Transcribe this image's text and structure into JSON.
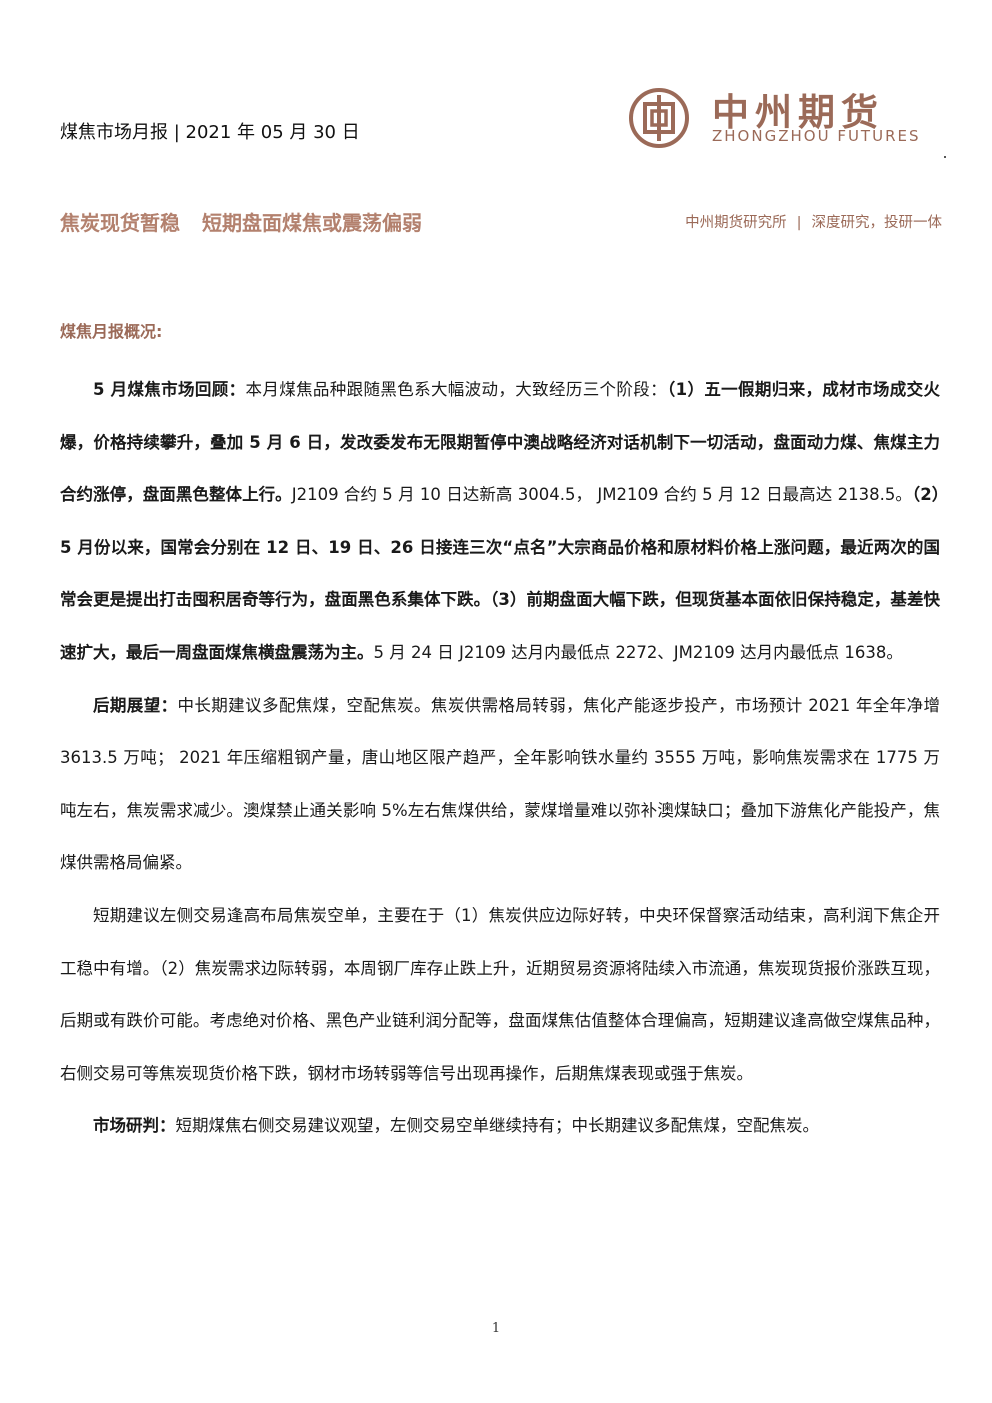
{
  "header": {
    "report_date": "煤焦市场月报 | 2021 年 05 月 30 日",
    "logo_cn": "中州期货",
    "logo_en": "ZHONGZHOU FUTURES",
    "logo_seal_icon": "coin-seal-icon"
  },
  "headline": {
    "part1": "焦炭现货暂稳",
    "part2": "短期盘面煤焦或震荡偏弱"
  },
  "tagline": {
    "institute": "中州期货研究所",
    "separator": "|",
    "slogan": "深度研究，投研一体"
  },
  "section": {
    "title": "煤焦月报概况:"
  },
  "paragraphs": {
    "review": {
      "label": "5 月煤焦市场回顾：",
      "t1": "本月煤焦品种跟随黑色系大幅波动，大致经历三个阶段：",
      "b1": "（1）五一假期归来，成材市场成交火爆，价格持续攀升，叠加 5 月 6 日，发改委发布无限期暂停中澳战略经济对话机制下一切活动，盘面动力煤、焦煤主力合约涨停，盘面黑色整体上行。",
      "t2": "J2109 合约 5 月 10 日达新高 3004.5， JM2109 合约 5 月 12 日最高达 2138.5。",
      "b2": "（2）5 月份以来，国常会分别在 12 日、19 日、26 日接连三次“点名”大宗商品价格和原材料价格上涨问题，最近两次的国常会更是提出打击囤积居奇等行为，盘面黑色系集体下跌。（3）前期盘面大幅下跌，但现货基本面依旧保持稳定，基差快速扩大，最后一周盘面煤焦横盘震荡为主。",
      "t3": "5 月 24 日 J2109 达月内最低点 2272、JM2109 达月内最低点 1638。"
    },
    "outlook": {
      "label": "后期展望：",
      "text": "中长期建议多配焦煤，空配焦炭。焦炭供需格局转弱，焦化产能逐步投产，市场预计 2021 年全年净增 3613.5 万吨； 2021 年压缩粗钢产量，唐山地区限产趋严，全年影响铁水量约 3555 万吨，影响焦炭需求在 1775 万吨左右，焦炭需求减少。澳煤禁止通关影响 5%左右焦煤供给，蒙煤增量难以弥补澳煤缺口；叠加下游焦化产能投产，焦煤供需格局偏紧。"
    },
    "short_term": {
      "text": "短期建议左侧交易逢高布局焦炭空单，主要在于（1）焦炭供应边际好转，中央环保督察活动结束，高利润下焦企开工稳中有增。（2）焦炭需求边际转弱，本周钢厂库存止跌上升，近期贸易资源将陆续入市流通，焦炭现货报价涨跌互现，后期或有跌价可能。考虑绝对价格、黑色产业链利润分配等，盘面煤焦估值整体合理偏高，短期建议逢高做空煤焦品种，右侧交易可等焦炭现货价格下跌，钢材市场转弱等信号出现再操作，后期焦煤表现或强于焦炭。"
    },
    "judgment": {
      "label": "市场研判：",
      "text": "短期煤焦右侧交易建议观望，左侧交易空单继续持有；中长期建议多配焦煤，空配焦炭。"
    }
  },
  "footer": {
    "page_number": "1"
  },
  "colors": {
    "brand_brown": "#9b6a58",
    "headline_tan": "#b3816e",
    "text": "#1a1a1a"
  }
}
